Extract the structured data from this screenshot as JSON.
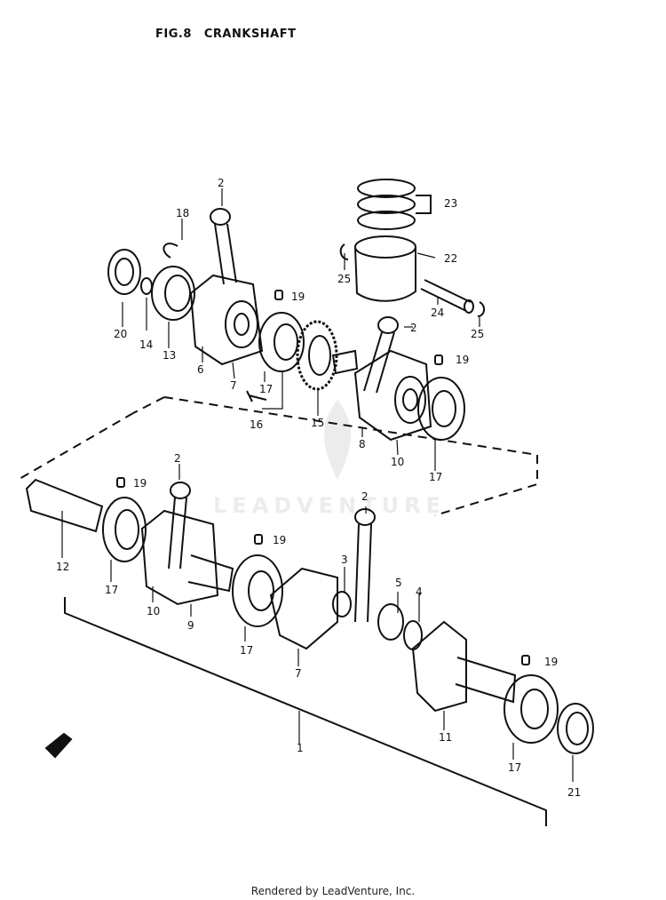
{
  "header": {
    "fig_label": "FIG.8",
    "title": "CRANKSHAFT"
  },
  "watermark": {
    "text": "LEADVENTURE"
  },
  "footer": {
    "credit": "Rendered by LeadVenture, Inc."
  },
  "parts": [
    "1",
    "2",
    "3",
    "4",
    "5",
    "6",
    "7",
    "8",
    "9",
    "10",
    "11",
    "12",
    "13",
    "14",
    "15",
    "16",
    "17",
    "18",
    "19",
    "20",
    "21",
    "22",
    "23",
    "24",
    "25"
  ]
}
